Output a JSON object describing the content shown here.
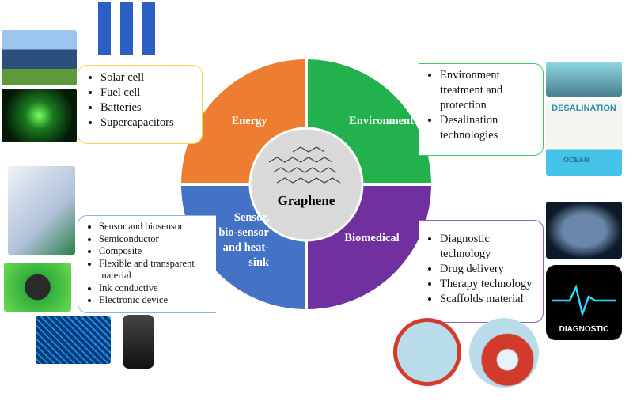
{
  "center": {
    "label": "Graphene"
  },
  "quadrants": {
    "energy": {
      "label": "Energy",
      "color": "#ed7d31",
      "items": [
        "Solar cell",
        "Fuel cell",
        "Batteries",
        "Supercapacitors"
      ],
      "border": "#f2d64b"
    },
    "environment": {
      "label": "Environment",
      "color": "#1fb14a",
      "items": [
        "Environment treatment and protection",
        "Desalination technologies"
      ],
      "border": "#3fc86a"
    },
    "sensor": {
      "label_lines": [
        "Sensor,",
        "bio-sensor",
        "and heat-",
        "sink"
      ],
      "color": "#4472c4",
      "items": [
        "Sensor and biosensor",
        "Semiconductor",
        "Composite",
        "Flexible and transparent material",
        "Ink conductive",
        "Electronic device"
      ],
      "border": "#8fb1e8"
    },
    "biomedical": {
      "label": "Biomedical",
      "color": "#7030a0",
      "items": [
        "Diagnostic technology",
        "Drug delivery",
        "Therapy technology",
        "Scaffolds material"
      ],
      "border": "#8e5bc0"
    }
  },
  "images": {
    "desalination_title": "DESALINATION",
    "ocean": "OCEAN",
    "diagnostic": "DIAGNOSTIC"
  }
}
